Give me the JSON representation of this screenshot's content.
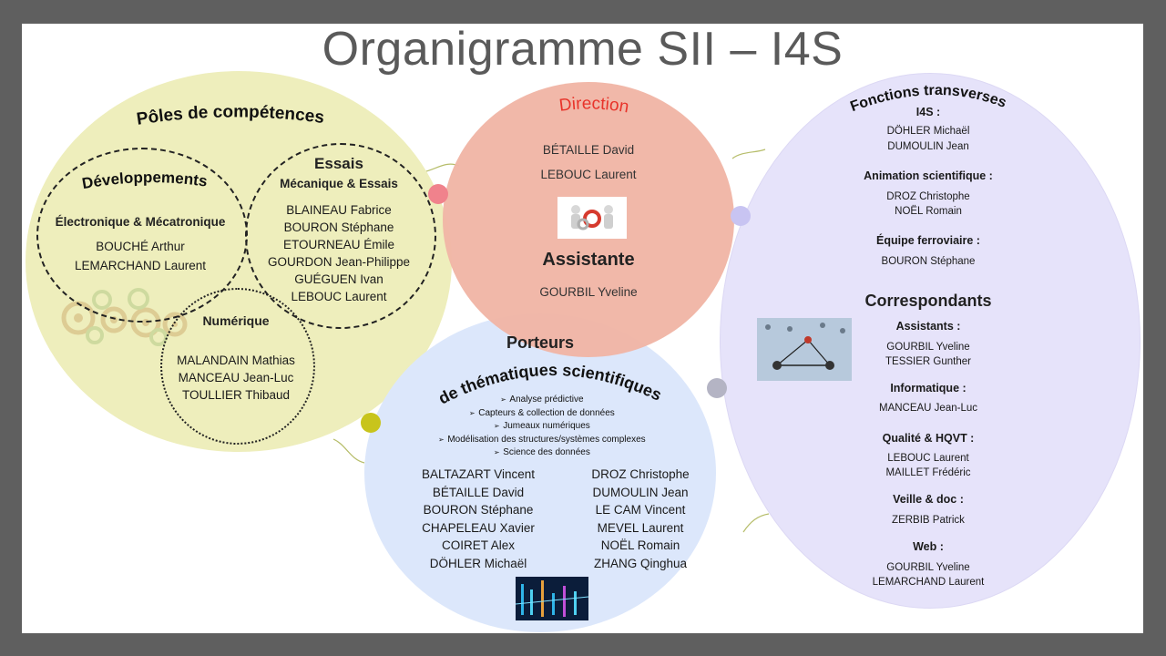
{
  "title": "Organigramme SII – I4S",
  "poles": {
    "heading": "Pôles de compétences",
    "developpements": {
      "heading": "Développements",
      "subheading": "Électronique & Mécatronique",
      "members": [
        "BOUCHÉ Arthur",
        "LEMARCHAND Laurent"
      ]
    },
    "essais": {
      "heading": "Essais",
      "subheading": "Mécanique & Essais",
      "members": [
        "BLAINEAU Fabrice",
        "BOURON Stéphane",
        "ETOURNEAU Émile",
        "GOURDON Jean-Philippe",
        "GUÉGUEN Ivan",
        "LEBOUC Laurent"
      ]
    },
    "numerique": {
      "heading": "Numérique",
      "members": [
        "MALANDAIN Mathias",
        "MANCEAU Jean-Luc",
        "TOULLIER Thibaud"
      ]
    }
  },
  "direction": {
    "heading": "Direction",
    "members": [
      "BÉTAILLE David",
      "LEBOUC Laurent"
    ],
    "assistante_heading": "Assistante",
    "assistante": "GOURBIL Yveline"
  },
  "porteurs": {
    "heading_line1": "Porteurs",
    "heading_line2": "de thématiques scientifiques",
    "themes": [
      "Analyse prédictive",
      "Capteurs & collection de données",
      "Jumeaux numériques",
      "Modélisation des structures/systèmes complexes",
      "Science des données"
    ],
    "members_left": [
      "BALTAZART Vincent",
      "BÉTAILLE David",
      "BOURON Stéphane",
      "CHAPELEAU Xavier",
      "COIRET Alex",
      "DÖHLER Michaël"
    ],
    "members_right": [
      "DROZ  Christophe",
      "DUMOULIN Jean",
      "LE CAM Vincent",
      "MEVEL Laurent",
      "NOËL Romain",
      "ZHANG Qinghua"
    ]
  },
  "fonctions": {
    "heading": "Fonctions transverses",
    "groups": [
      {
        "label": "I4S :",
        "names": [
          "DÖHLER Michaël",
          "DUMOULIN Jean"
        ]
      },
      {
        "label": "Animation scientifique :",
        "names": [
          "DROZ Christophe",
          "NOËL Romain"
        ]
      },
      {
        "label": "Équipe ferroviaire :",
        "names": [
          "BOURON Stéphane"
        ]
      }
    ],
    "correspondants_heading": "Correspondants",
    "correspondants": [
      {
        "label": "Assistants :",
        "names": [
          "GOURBIL Yveline",
          "TESSIER Gunther"
        ]
      },
      {
        "label": "Informatique :",
        "names": [
          "MANCEAU Jean-Luc"
        ]
      },
      {
        "label": "Qualité & HQVT :",
        "names": [
          "LEBOUC Laurent",
          "MAILLET Frédéric"
        ]
      },
      {
        "label": "Veille & doc :",
        "names": [
          "ZERBIB Patrick"
        ]
      },
      {
        "label": "Web :",
        "names": [
          "GOURBIL Yveline",
          "LEMARCHAND Laurent"
        ]
      }
    ]
  },
  "colors": {
    "poles_fill": "#eeeebc",
    "direction_fill": "#f0b5a5",
    "direction_heading": "#e8332a",
    "porteurs_fill": "#dce7fb",
    "fonctions_fill": "#e6e3fa",
    "dot_red": "#f0828c",
    "dot_yellow": "#c8c41c",
    "dot_lavender": "#c8c4f2",
    "dot_grey": "#b4b4c4"
  }
}
